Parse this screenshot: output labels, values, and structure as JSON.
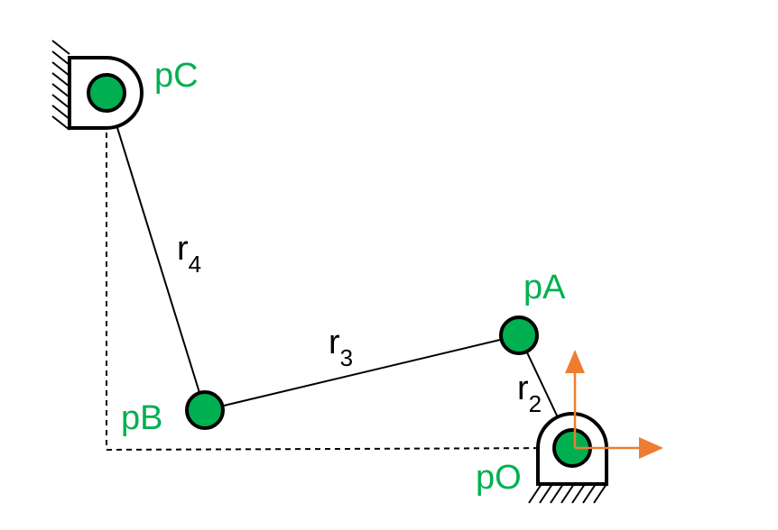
{
  "points": {
    "pO": "pO",
    "pA": "pA",
    "pB": "pB",
    "pC": "pC"
  },
  "links": {
    "r2": {
      "base": "r",
      "sub": "2"
    },
    "r3": {
      "base": "r",
      "sub": "3"
    },
    "r4": {
      "base": "r",
      "sub": "4"
    }
  },
  "colors": {
    "joint_fill": "#00b050",
    "label_green": "#00b050",
    "axis_arrow": "#ed7d31",
    "line": "#000000"
  }
}
